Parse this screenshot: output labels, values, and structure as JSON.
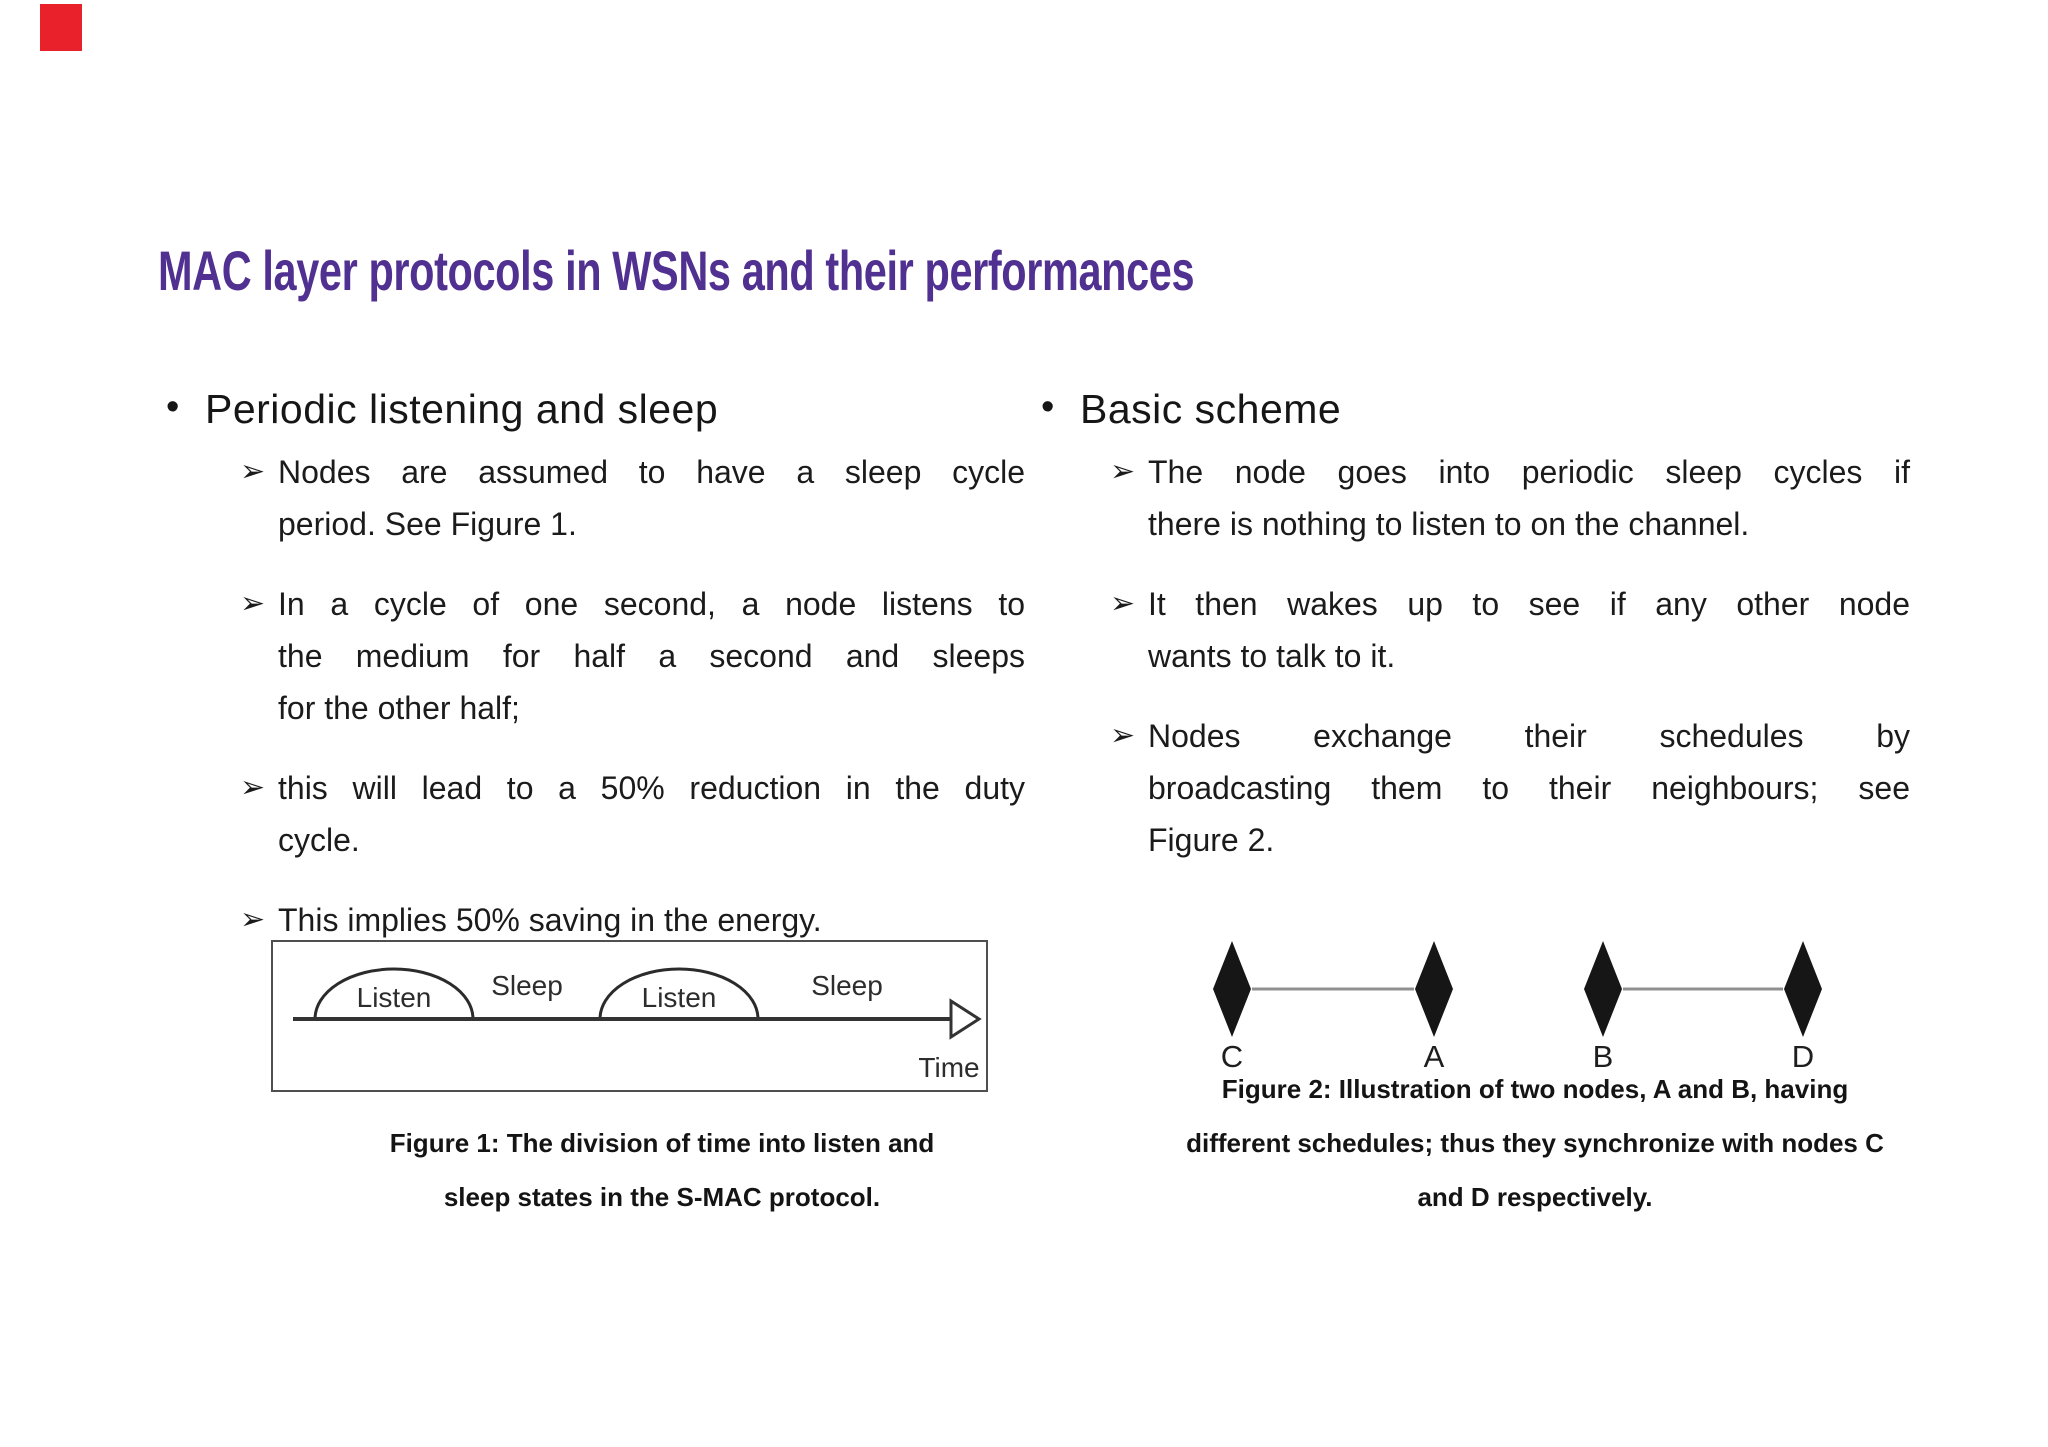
{
  "slide": {
    "title": "MAC layer protocols in WSNs and their performances",
    "title_color": "#503090",
    "corner_mark_color": "#e9212a",
    "heading_bullet": "•",
    "item_bullet": "➢"
  },
  "left_column": {
    "heading": "Periodic listening and sleep",
    "items": [
      {
        "lines": [
          "Nodes are assumed to have a sleep cycle",
          "period. See Figure 1."
        ]
      },
      {
        "lines": [
          "In a cycle of one second, a node listens to",
          "the medium for half a second and sleeps",
          "for the other half;"
        ]
      },
      {
        "lines": [
          "this will lead to a 50% reduction in the duty",
          "cycle."
        ]
      },
      {
        "lines": [
          "This implies 50% saving in the energy."
        ]
      }
    ]
  },
  "right_column": {
    "heading": "Basic scheme",
    "items": [
      {
        "lines": [
          "The node goes into periodic sleep cycles if",
          "there is nothing to listen to on the channel."
        ]
      },
      {
        "lines": [
          "It then wakes up to see if any other node",
          "wants to talk to it."
        ]
      },
      {
        "lines": [
          "Nodes exchange their schedules by",
          "broadcasting them to their neighbours; see",
          "Figure 2."
        ]
      }
    ]
  },
  "figure1": {
    "listen_label_1": "Listen",
    "sleep_label_1": "Sleep",
    "listen_label_2": "Listen",
    "sleep_label_2": "Sleep",
    "time_label": "Time",
    "caption_lines": [
      "Figure 1: The division of time into listen and",
      "sleep states in the S-MAC protocol."
    ]
  },
  "figure2": {
    "nodes": [
      "C",
      "A",
      "B",
      "D"
    ],
    "links": [
      [
        "C",
        "A"
      ],
      [
        "B",
        "D"
      ]
    ],
    "caption_lines": [
      "Figure 2: Illustration of two nodes, A and B, having",
      "different schedules; thus they synchronize with nodes C",
      "and D respectively."
    ]
  }
}
